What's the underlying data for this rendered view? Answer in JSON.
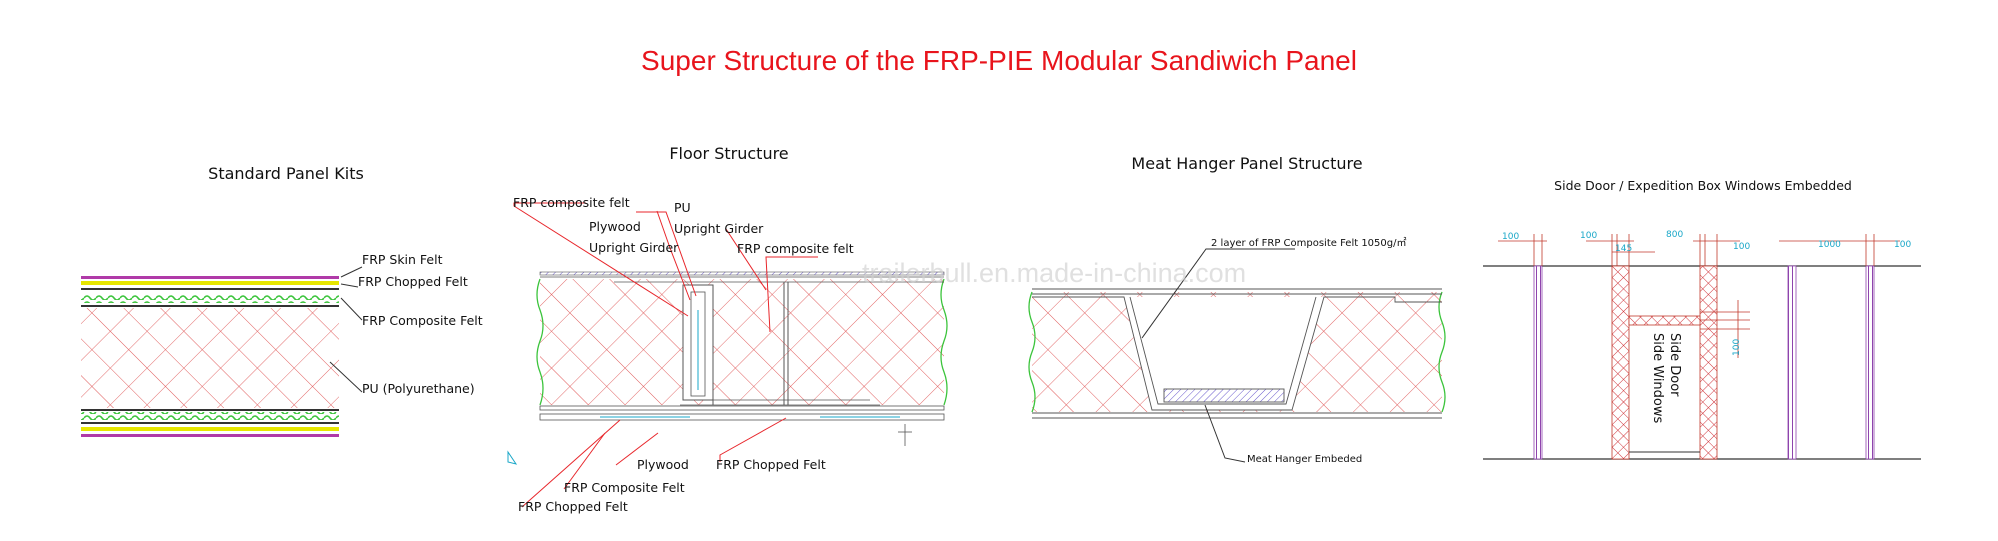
{
  "title": "Super Structure of  the FRP-PIE Modular Sandiwich Panel",
  "watermark": "trailerbull.en.made-in-china.com",
  "colors": {
    "title_red": "#e8141c",
    "hatch_red": "#e05a5a",
    "skin_magenta": "#b03aa8",
    "chopped_yellow": "#e6e600",
    "felt_green": "#3cc43c",
    "dimension_cyan": "#1aa7c8"
  },
  "sections": {
    "standard": {
      "title": "Standard Panel Kits",
      "labels": {
        "skin": "FRP Skin Felt",
        "chopped": "FRP Chopped Felt",
        "composite": "FRP Composite Felt",
        "pu": "PU (Polyurethane)"
      }
    },
    "floor": {
      "title": "Floor Structure",
      "labels": {
        "frp_composite_felt_left": "FRP composite felt",
        "pu": "PU",
        "plywood_top": "Plywood",
        "upright_girder_1": "Upright Girder",
        "upright_girder_2": "Upright Girder",
        "frp_composite_felt_right": "FRP composite felt",
        "plywood_bottom": "Plywood",
        "frp_chopped_felt_right": "FRP Chopped Felt",
        "frp_composite_felt_bottom": "FRP Composite Felt",
        "frp_chopped_felt_bottom": "FRP Chopped Felt"
      }
    },
    "meat_hanger": {
      "title": "Meat Hanger Panel Structure",
      "labels": {
        "layer": "2 layer of FRP Composite Felt 1050g/㎡",
        "embed": "Meat Hanger Embeded"
      }
    },
    "side_door": {
      "title": "Side Door / Expedition Box Windows Embedded",
      "vertical_label_1": "Side Door",
      "vertical_label_2": "Side Windows",
      "dims": [
        "100",
        "100",
        "145",
        "800",
        "100",
        "100",
        "1000",
        "100"
      ]
    }
  }
}
